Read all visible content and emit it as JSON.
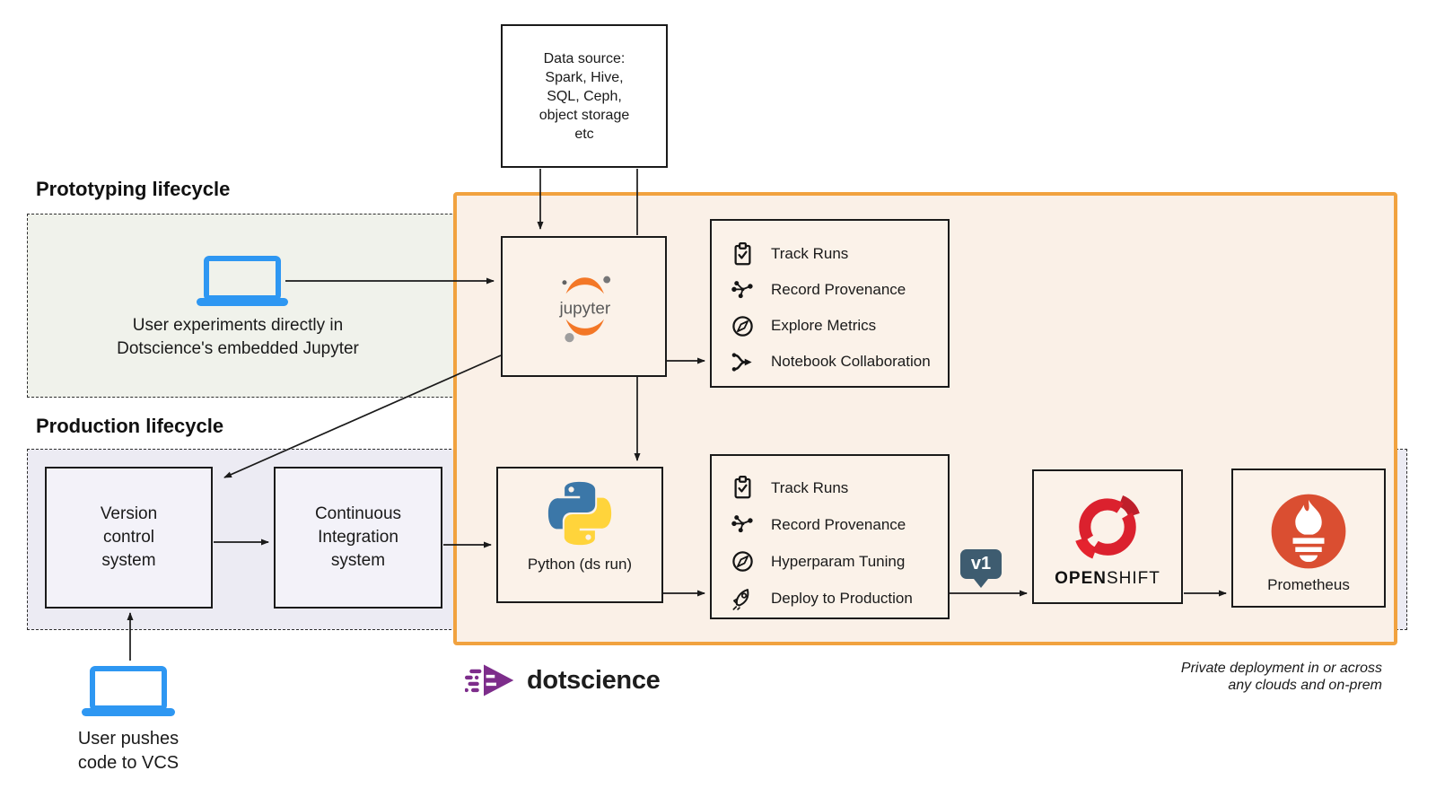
{
  "colors": {
    "accent_orange_border": "#F1A23F",
    "platform_panel_cream": "#FAF0E7",
    "prototyping_region_green": "#F0F2EB",
    "production_region_lavender": "#ECEBF3",
    "laptop_blue": "#2E97F2",
    "version_badge_slate": "#3E5C70",
    "jupyter_orange": "#F37726",
    "python_blue": "#3B77A8",
    "python_yellow": "#FFD43B",
    "openshift_red": "#DB212E",
    "prometheus_orange": "#DA4E31",
    "dotscience_purple": "#7D2D8B",
    "line_black": "#1A1A1A"
  },
  "data_source": {
    "label": "Data source:\nSpark, Hive,\nSQL, Ceph,\nobject storage\netc"
  },
  "prototyping": {
    "title": "Prototyping lifecycle",
    "caption": "User experiments directly in\nDotscience's embedded Jupyter"
  },
  "production": {
    "title": "Production lifecycle",
    "vcs_label": "Version\ncontrol\nsystem",
    "ci_label": "Continuous\nIntegration\nsystem",
    "push_caption": "User pushes\ncode to VCS"
  },
  "platform": {
    "jupyter_wordmark": "jupyter",
    "jupyter_features": [
      "Track Runs",
      "Record Provenance",
      "Explore Metrics",
      "Notebook Collaboration"
    ],
    "python_label": "Python (ds run)",
    "python_features": [
      "Track Runs",
      "Record Provenance",
      "Hyperparam Tuning",
      "Deploy to Production"
    ],
    "version_badge": "v1",
    "openshift_wordmark_bold": "OPEN",
    "openshift_wordmark_light": "SHIFT",
    "prometheus_label": "Prometheus",
    "deployment_note": "Private deployment in or across\nany clouds and on-prem"
  },
  "brand": {
    "wordmark": "dotscience"
  },
  "icons": {
    "jupyter_feature_icons": [
      "clipboard-check-icon",
      "provenance-graph-icon",
      "compass-icon",
      "merge-arrows-icon"
    ],
    "python_feature_icons": [
      "clipboard-check-icon",
      "provenance-graph-icon",
      "compass-icon",
      "rocket-icon"
    ]
  }
}
